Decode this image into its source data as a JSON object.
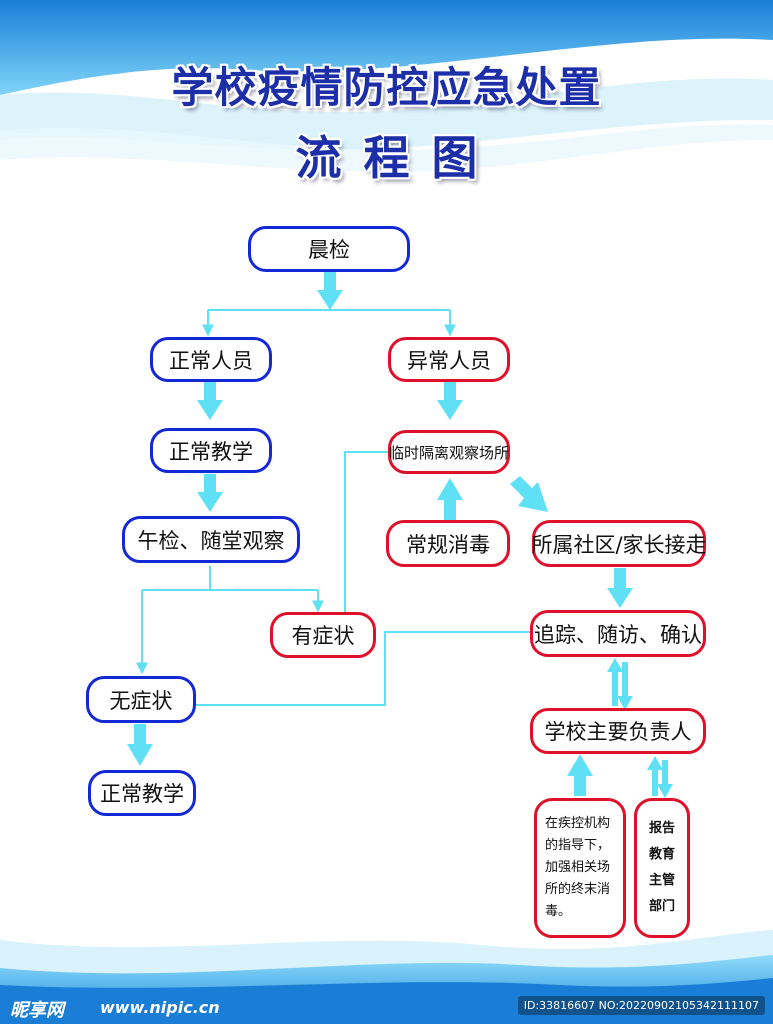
{
  "header": {
    "title_line1": "学校疫情防控应急处置",
    "title_line2": "流程图"
  },
  "nodes": {
    "morning_check": "晨检",
    "normal_person": "正常人员",
    "abnormal_person": "异常人员",
    "normal_teaching_1": "正常教学",
    "temp_isolation": "临时隔离观察场所",
    "noon_check": "午检、随堂观察",
    "routine_disinfection": "常规消毒",
    "community_pickup": "所属社区/家长接走",
    "has_symptoms": "有症状",
    "tracking": "追踪、随访、确认",
    "no_symptoms": "无症状",
    "school_leader": "学校主要负责人",
    "normal_teaching_2": "正常教学",
    "cdc_disinfection": "在疾控机构的指导下，加强相关场所的终末消毒。",
    "report_education": "报告教育主管部门"
  },
  "footer": {
    "logo": "昵享网",
    "site": "www.nipic.cn",
    "id_text": "ID:33816607 NO:20220902105342111107"
  },
  "colors": {
    "blue_border": "#1428d6",
    "red_border": "#e0102a",
    "connector": "#5fe0f5",
    "title": "#1c2fa8"
  }
}
